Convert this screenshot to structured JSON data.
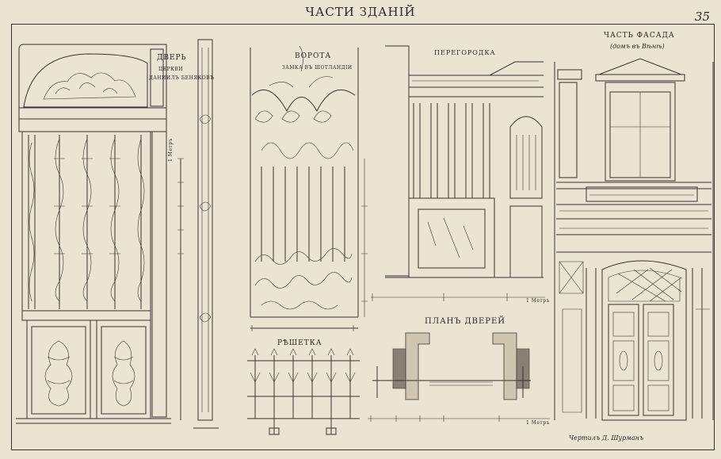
{
  "header": {
    "title": "ЧАСТИ ЗДАНІЙ",
    "page_number": "35"
  },
  "door": {
    "title": "ДВЕРЬ",
    "sub1": "ЦЕРКВИ",
    "sub2": "ДАНИИЛЪ БЕНЯКОВЪ"
  },
  "gate": {
    "title": "ВОРОТА",
    "sub": "ЗАМКА ВЪ ШОТЛАНДІИ"
  },
  "partition": {
    "title": "ПЕРЕГОРОДКА"
  },
  "facade": {
    "title": "ЧАСТЬ ФАСАДА",
    "sub": "(домъ въ Вѣнѣ)"
  },
  "grille": {
    "title": "РѢШЕТКА"
  },
  "plan": {
    "title": "ПЛАНЪ ДВЕРЕЙ"
  },
  "scales": {
    "door": "1 Метръ",
    "partition": "1 Метръ",
    "plan": "1 Метръ"
  },
  "signature": "Чертилъ Д. Шурманъ"
}
